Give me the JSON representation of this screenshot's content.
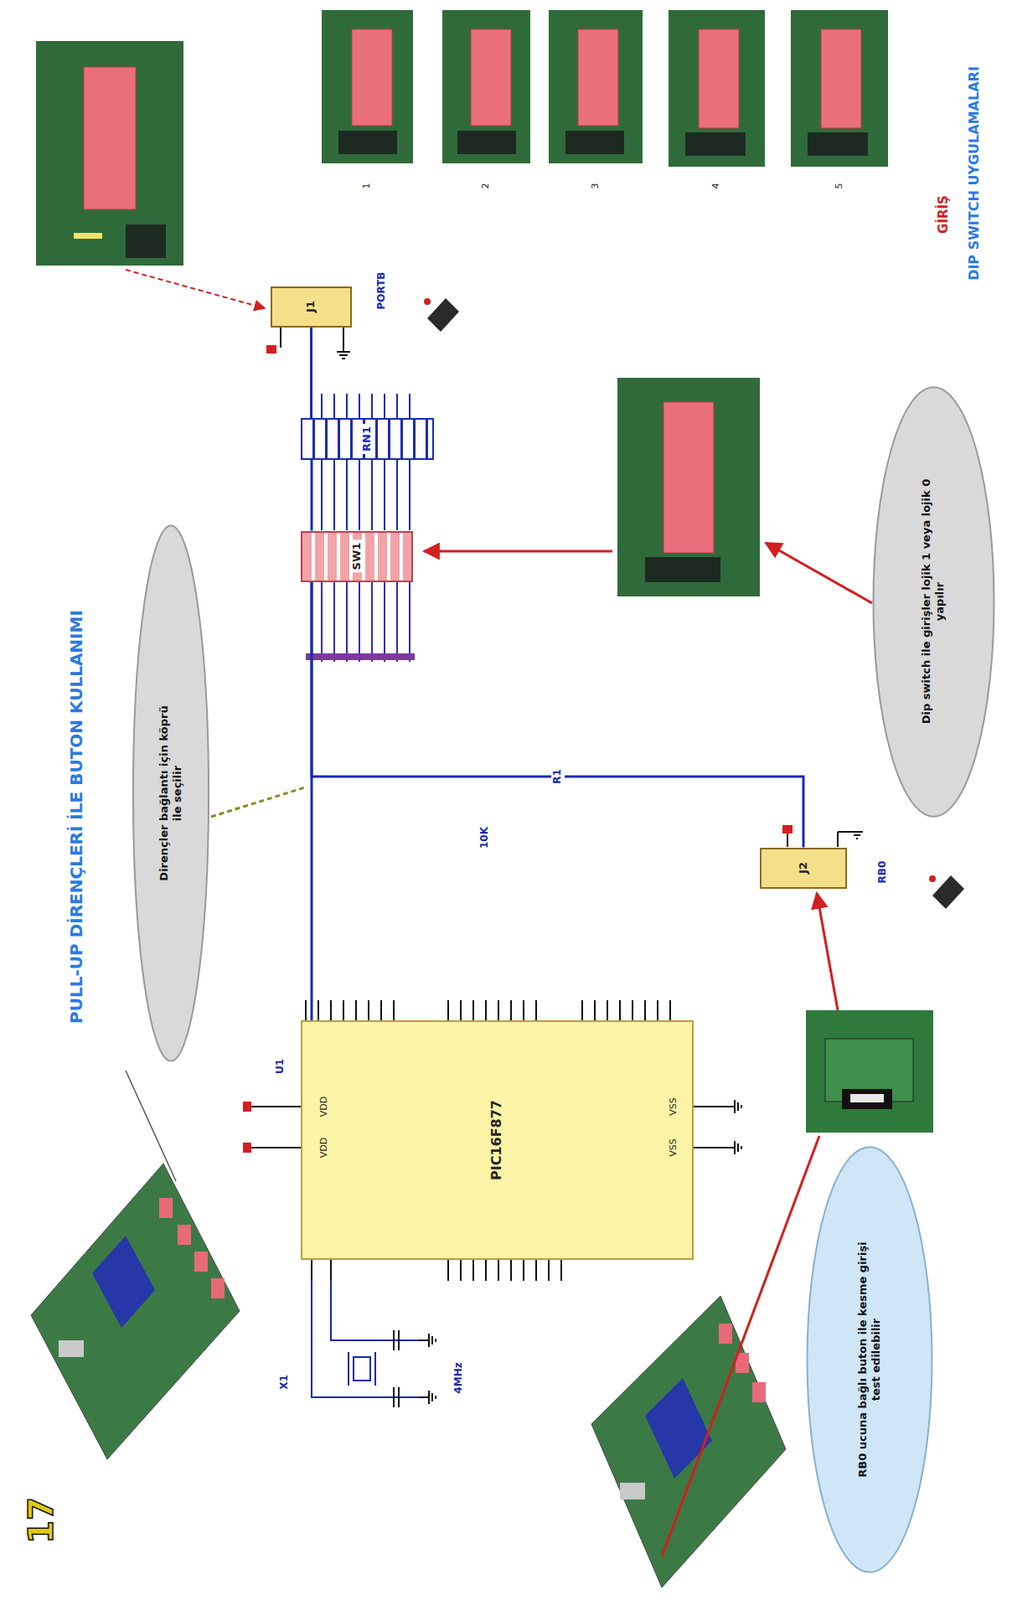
{
  "diagram": {
    "title": "PULL-UP DİRENÇLERİ İLE BUTON KULLANIMI",
    "nodes": [
      {
        "text": [
          "PIC16F877"
        ]
      },
      {
        "text": [
          "SW1"
        ]
      },
      {
        "text": [
          "RN1"
        ]
      },
      {
        "text": [
          "J1"
        ]
      },
      {
        "text": [
          "J2"
        ]
      },
      {
        "text": [
          "Dirençler bağlantı için köprü ile seçilir"
        ]
      },
      {
        "text": [
          "Dip switch ile girişler lojik 1 veya lojik 0 yapılır"
        ]
      },
      {
        "text": [
          "RB0 ucuna bağlı buton ile kesme girişi test edilebilir"
        ]
      }
    ],
    "edges": [
      {
        "from": 3,
        "to": 2,
        "arrow": "none"
      },
      {
        "from": 2,
        "to": 1,
        "arrow": "none"
      },
      {
        "from": 1,
        "to": 0,
        "arrow": "none"
      },
      {
        "from": 1,
        "to": 4,
        "arrow": "none",
        "label": "R1"
      }
    ],
    "labels": [
      "17",
      "U1",
      "VDD",
      "VDD",
      "VSS",
      "VSS",
      "X1",
      "4MHz",
      "PORTB",
      "10K",
      "RB0",
      "GİRİŞ",
      "DIP SWITCH UYGULAMALARI",
      "1",
      "2",
      "3",
      "4",
      "5"
    ]
  }
}
